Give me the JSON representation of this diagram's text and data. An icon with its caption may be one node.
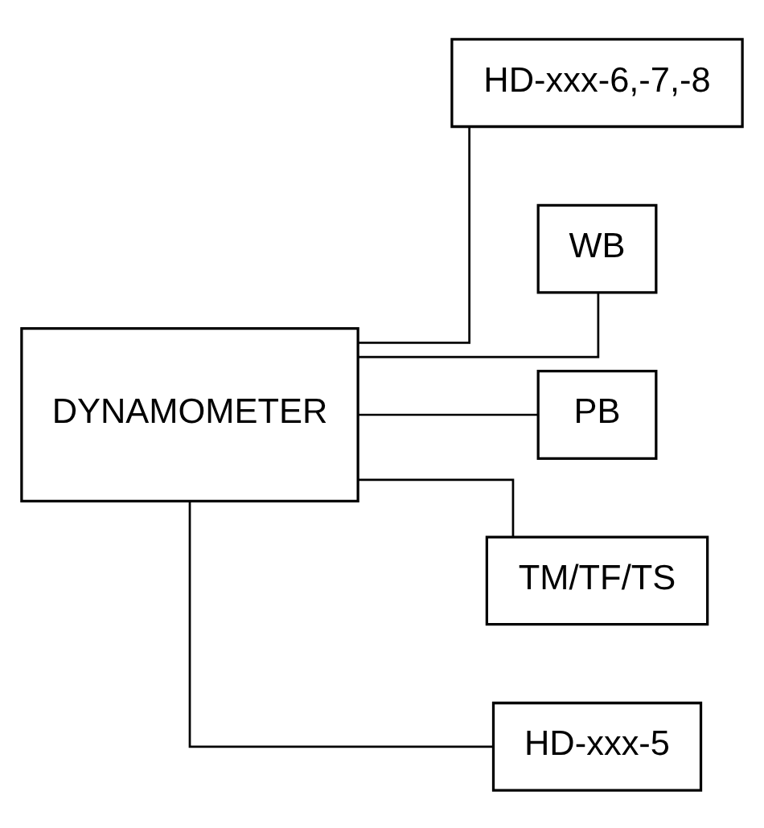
{
  "diagram": {
    "nodes": [
      {
        "text": [
          "DYNAMOMETER"
        ]
      },
      {
        "text": [
          "HD-xxx-6,-7,-8"
        ]
      },
      {
        "text": [
          "WB"
        ]
      },
      {
        "text": [
          "PB"
        ]
      },
      {
        "text": [
          "TM/TF/TS"
        ]
      },
      {
        "text": [
          "HD-xxx-5"
        ]
      }
    ],
    "edges": [
      {
        "from": 0,
        "to": 1,
        "arrow": "none"
      },
      {
        "from": 0,
        "to": 2,
        "arrow": "none"
      },
      {
        "from": 0,
        "to": 3,
        "arrow": "none"
      },
      {
        "from": 0,
        "to": 4,
        "arrow": "none"
      },
      {
        "from": 0,
        "to": 5,
        "arrow": "none"
      }
    ]
  }
}
